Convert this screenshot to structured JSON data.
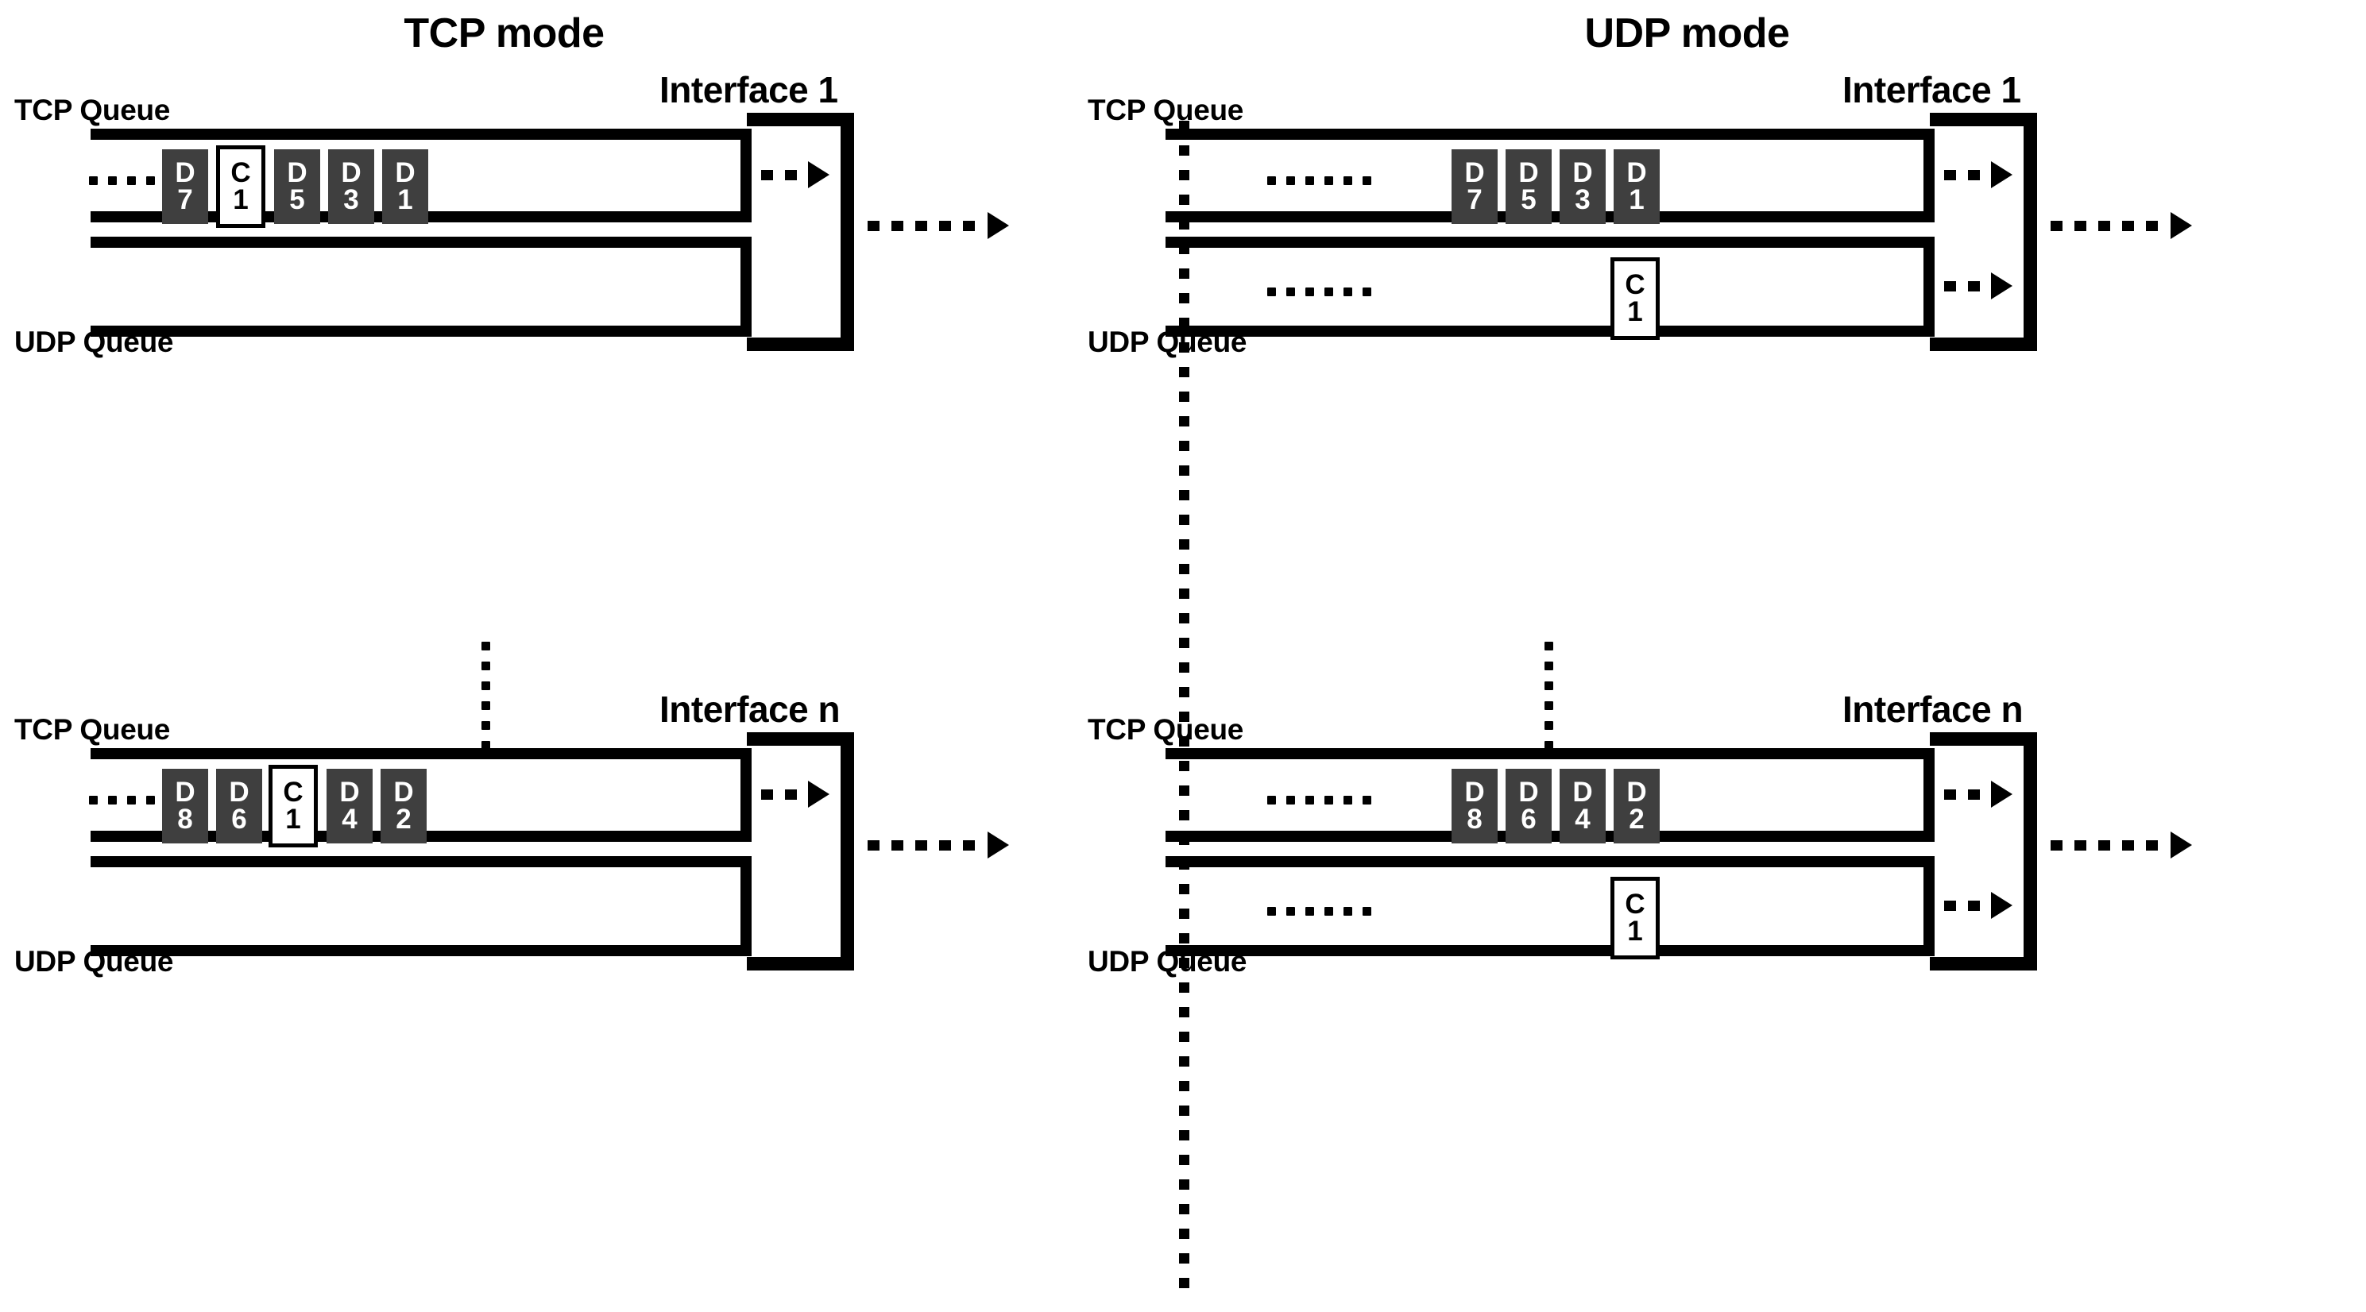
{
  "diagram": {
    "title_left": "TCP mode",
    "title_right": "UDP mode",
    "colors": {
      "data_cell_fill": "#3f3f3f",
      "data_cell_text": "#ffffff",
      "control_cell_fill": "#ffffff",
      "control_cell_text": "#000000",
      "line": "#000000",
      "background": "#ffffff"
    },
    "labels": {
      "tcp_queue": "TCP Queue",
      "udp_queue": "UDP Queue",
      "interface_1": "Interface 1",
      "interface_n": "Interface n"
    }
  },
  "tcp_mode": {
    "title": "TCP mode",
    "interfaces": [
      {
        "name": "Interface 1",
        "tcp_queue": {
          "label": "TCP Queue",
          "leading_ellipsis": true,
          "cells": [
            {
              "type": "data",
              "letter": "D",
              "index": "7"
            },
            {
              "type": "control",
              "letter": "C",
              "index": "1"
            },
            {
              "type": "data",
              "letter": "D",
              "index": "5"
            },
            {
              "type": "data",
              "letter": "D",
              "index": "3"
            },
            {
              "type": "data",
              "letter": "D",
              "index": "1"
            }
          ],
          "out_arrow": true
        },
        "udp_queue": {
          "label": "UDP Queue",
          "leading_ellipsis": false,
          "cells": [],
          "out_arrow": false
        },
        "interface_out_arrow": true
      },
      {
        "name": "Interface n",
        "tcp_queue": {
          "label": "TCP Queue",
          "leading_ellipsis": true,
          "cells": [
            {
              "type": "data",
              "letter": "D",
              "index": "8"
            },
            {
              "type": "data",
              "letter": "D",
              "index": "6"
            },
            {
              "type": "control",
              "letter": "C",
              "index": "1"
            },
            {
              "type": "data",
              "letter": "D",
              "index": "4"
            },
            {
              "type": "data",
              "letter": "D",
              "index": "2"
            }
          ],
          "out_arrow": true
        },
        "udp_queue": {
          "label": "UDP Queue",
          "leading_ellipsis": false,
          "cells": [],
          "out_arrow": false
        },
        "interface_out_arrow": true
      }
    ]
  },
  "udp_mode": {
    "title": "UDP mode",
    "interfaces": [
      {
        "name": "Interface 1",
        "tcp_queue": {
          "label": "TCP Queue",
          "leading_ellipsis": true,
          "cells": [
            {
              "type": "data",
              "letter": "D",
              "index": "7"
            },
            {
              "type": "data",
              "letter": "D",
              "index": "5"
            },
            {
              "type": "data",
              "letter": "D",
              "index": "3"
            },
            {
              "type": "data",
              "letter": "D",
              "index": "1"
            }
          ],
          "out_arrow": true
        },
        "udp_queue": {
          "label": "UDP Queue",
          "leading_ellipsis": true,
          "cells": [
            {
              "type": "control",
              "letter": "C",
              "index": "1"
            }
          ],
          "out_arrow": true
        },
        "interface_out_arrow": true
      },
      {
        "name": "Interface n",
        "tcp_queue": {
          "label": "TCP Queue",
          "leading_ellipsis": true,
          "cells": [
            {
              "type": "data",
              "letter": "D",
              "index": "8"
            },
            {
              "type": "data",
              "letter": "D",
              "index": "6"
            },
            {
              "type": "data",
              "letter": "D",
              "index": "4"
            },
            {
              "type": "data",
              "letter": "D",
              "index": "2"
            }
          ],
          "out_arrow": true
        },
        "udp_queue": {
          "label": "UDP Queue",
          "leading_ellipsis": true,
          "cells": [
            {
              "type": "control",
              "letter": "C",
              "index": "1"
            }
          ],
          "out_arrow": true
        },
        "interface_out_arrow": true
      }
    ]
  }
}
